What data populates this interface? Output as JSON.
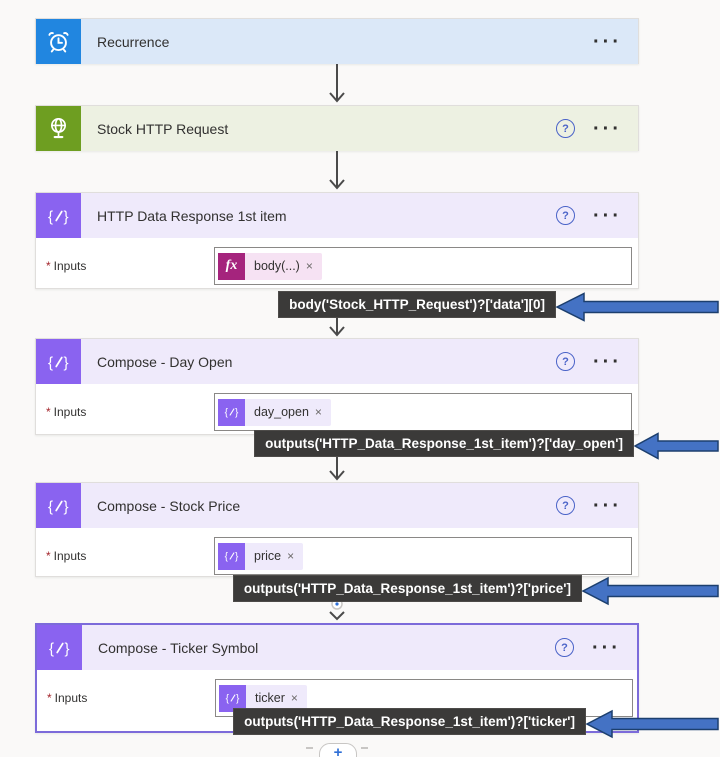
{
  "ui": {
    "help_glyph": "?",
    "more_glyph": "···",
    "close_glyph": "×",
    "required_marker": "*",
    "plus_glyph": "+",
    "fx_glyph": "fx"
  },
  "flow": {
    "cards": [
      {
        "title": "Recurrence",
        "type": "trigger",
        "icon": "alarm-clock-icon",
        "accent": "#2186E0",
        "header_bg": "#DBE8F8",
        "has_help": false
      },
      {
        "title": "Stock HTTP Request",
        "type": "action",
        "icon": "globe-icon",
        "accent": "#6E9E21",
        "header_bg": "#EDF1E2",
        "has_help": true
      },
      {
        "title": "HTTP Data Response 1st item",
        "type": "action",
        "icon": "braces-pencil-icon",
        "accent": "#8A63F0",
        "header_bg": "#EFEAFB",
        "has_help": true,
        "inputs_label": "Inputs",
        "token": {
          "type": "expression",
          "label": "body(...)"
        }
      },
      {
        "title": "Compose - Day Open",
        "type": "action",
        "icon": "braces-pencil-icon",
        "accent": "#8A63F0",
        "header_bg": "#EFEAFB",
        "has_help": true,
        "inputs_label": "Inputs",
        "token": {
          "type": "dynamic",
          "label": "day_open"
        }
      },
      {
        "title": "Compose - Stock Price",
        "type": "action",
        "icon": "braces-pencil-icon",
        "accent": "#8A63F0",
        "header_bg": "#EFEAFB",
        "has_help": true,
        "inputs_label": "Inputs",
        "token": {
          "type": "dynamic",
          "label": "price"
        }
      },
      {
        "title": "Compose - Ticker Symbol",
        "type": "action",
        "icon": "braces-pencil-icon",
        "accent": "#8A63F0",
        "header_bg": "#EFEAFB",
        "has_help": true,
        "selected": true,
        "inputs_label": "Inputs",
        "token": {
          "type": "dynamic",
          "label": "ticker"
        }
      }
    ],
    "callouts": [
      {
        "text": "body('Stock_HTTP_Request')?['data'][0]"
      },
      {
        "text": "outputs('HTTP_Data_Response_1st_item')?['day_open']"
      },
      {
        "text": "outputs('HTTP_Data_Response_1st_item')?['price']"
      },
      {
        "text": "outputs('HTTP_Data_Response_1st_item')?['ticker']"
      }
    ]
  },
  "colors": {
    "canvas_bg": "#FAF9F8",
    "tooltip_bg": "#3B3A39",
    "callout_arrow": "#4472C4",
    "callout_arrow_border": "#1C3F6E",
    "selected_border": "#7C6BDA",
    "expression_badge": "#A5247D",
    "expression_pill": "#F6E2F3",
    "compose_badge": "#8A63F0",
    "compose_pill": "#EFEAFB",
    "connector": "#4A4A4A"
  }
}
